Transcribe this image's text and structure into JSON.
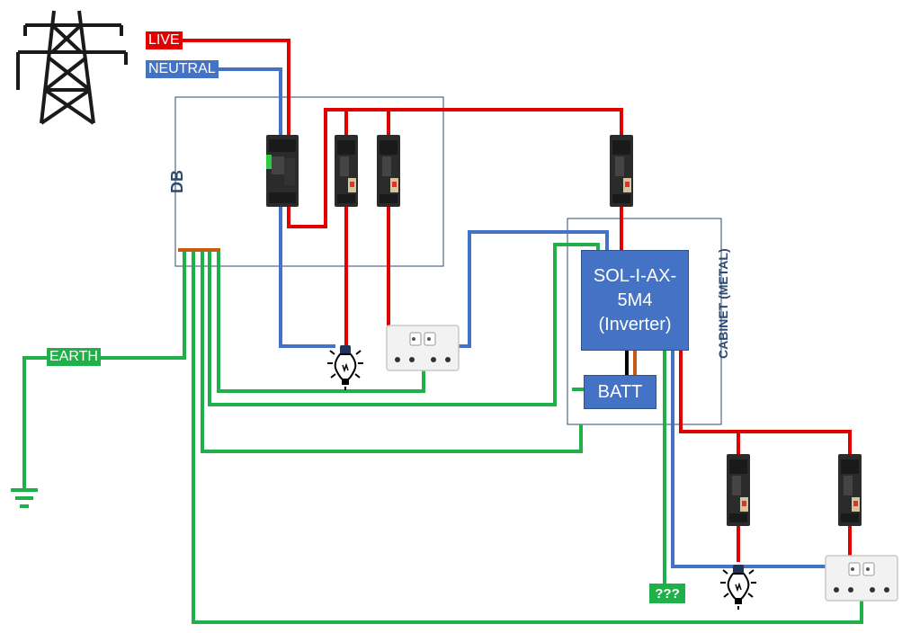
{
  "supply": {
    "live_label": "LIVE",
    "neutral_label": "NEUTRAL",
    "earth_label": "EARTH"
  },
  "db": {
    "label": "DB"
  },
  "cabinet": {
    "label": "CABINET (METAL)"
  },
  "inverter": {
    "line1": "SOL-I-AX-",
    "line2": "5M4",
    "line3": "(Inverter)"
  },
  "battery": {
    "label": "BATT"
  },
  "unknown": {
    "label": "???"
  },
  "icons": [
    "pylon-icon",
    "breaker-icon",
    "bulb-icon",
    "socket-icon",
    "ground-icon"
  ],
  "colors": {
    "live": "#e00000",
    "neutral": "#4472c4",
    "earth": "#1fb04a",
    "box_fill": "#4472c4",
    "earth_bar": "#c55a11",
    "outline": "#2f4a6f"
  }
}
